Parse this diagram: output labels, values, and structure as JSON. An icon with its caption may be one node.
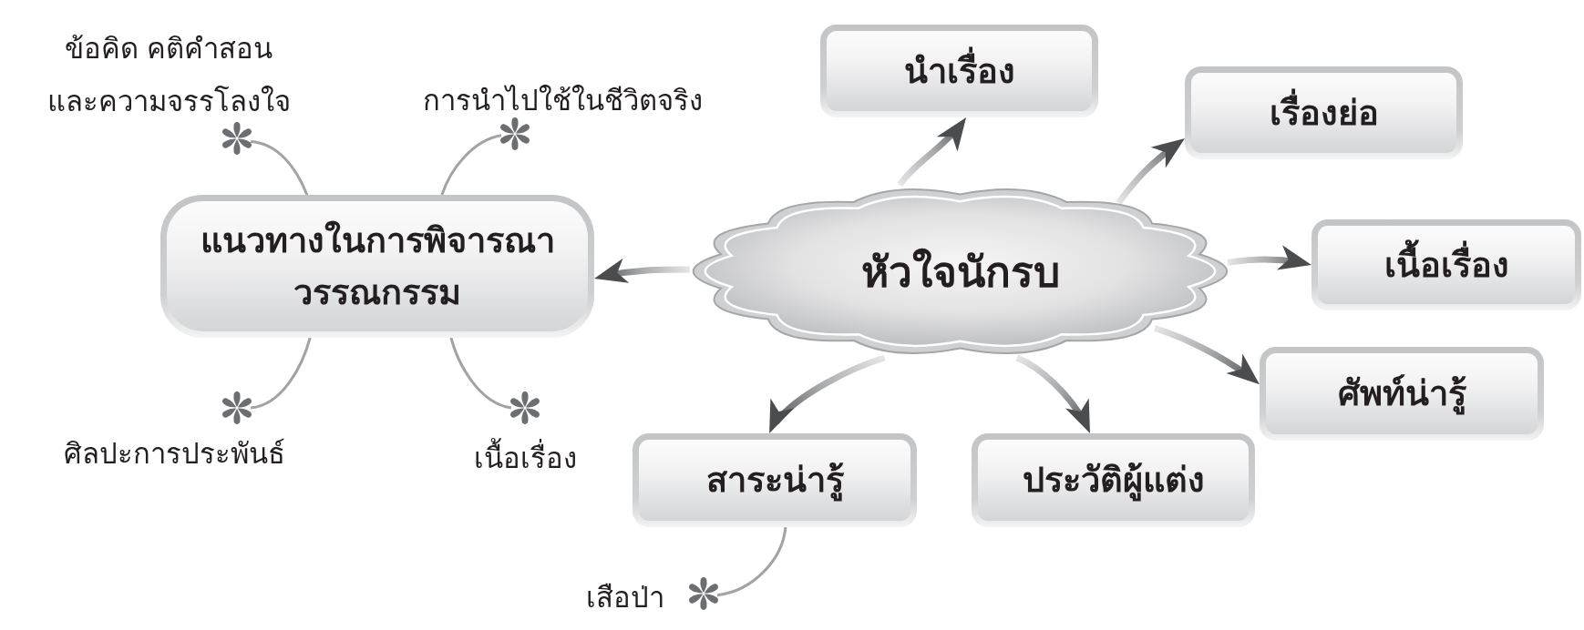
{
  "diagram": {
    "nodes": [
      {
        "text": [
          "ข้อคิด คติคำสอน และความจรรโลงใจ"
        ]
      },
      {
        "text": [
          "นำเรื่อง"
        ]
      },
      {
        "text": [
          "การนำไปใช้ในชีวิตจริง"
        ]
      },
      {
        "text": [
          "เรื่องย่อ"
        ]
      },
      {
        "text": [
          "แนวทางในการพิจารณาวรรณกรรม"
        ]
      },
      {
        "text": [
          "หัวใจนักรบ"
        ]
      },
      {
        "text": [
          "เนื้อเรื่อง"
        ]
      },
      {
        "text": [
          "ศัพท์น่ารู้"
        ]
      },
      {
        "text": [
          "ศิลปะการประพันธ์"
        ]
      },
      {
        "text": [
          "เนื้อเรื่อง"
        ]
      },
      {
        "text": [
          "สาระน่ารู้"
        ]
      },
      {
        "text": [
          "ประวัติผู้แต่ง"
        ]
      },
      {
        "text": [
          "เสือป่า"
        ]
      }
    ],
    "edges": [
      {
        "from": 5,
        "to": 1,
        "arrow": "to",
        "style": "thick"
      },
      {
        "from": 5,
        "to": 3,
        "arrow": "to",
        "style": "thick"
      },
      {
        "from": 5,
        "to": 6,
        "arrow": "to",
        "style": "thick"
      },
      {
        "from": 5,
        "to": 7,
        "arrow": "to",
        "style": "thick"
      },
      {
        "from": 5,
        "to": 11,
        "arrow": "to",
        "style": "thick"
      },
      {
        "from": 5,
        "to": 10,
        "arrow": "to",
        "style": "thick"
      },
      {
        "from": 5,
        "to": 4,
        "arrow": "to",
        "style": "thick"
      },
      {
        "from": 4,
        "to": 0,
        "arrow": "none",
        "color": "#a3a3a3"
      },
      {
        "from": 4,
        "to": 2,
        "arrow": "none",
        "color": "#a3a3a3"
      },
      {
        "from": 4,
        "to": 8,
        "arrow": "none",
        "color": "#a3a3a3"
      },
      {
        "from": 4,
        "to": 9,
        "arrow": "none",
        "color": "#a3a3a3"
      },
      {
        "from": 10,
        "to": 12,
        "arrow": "none",
        "color": "#a3a3a3"
      }
    ]
  }
}
